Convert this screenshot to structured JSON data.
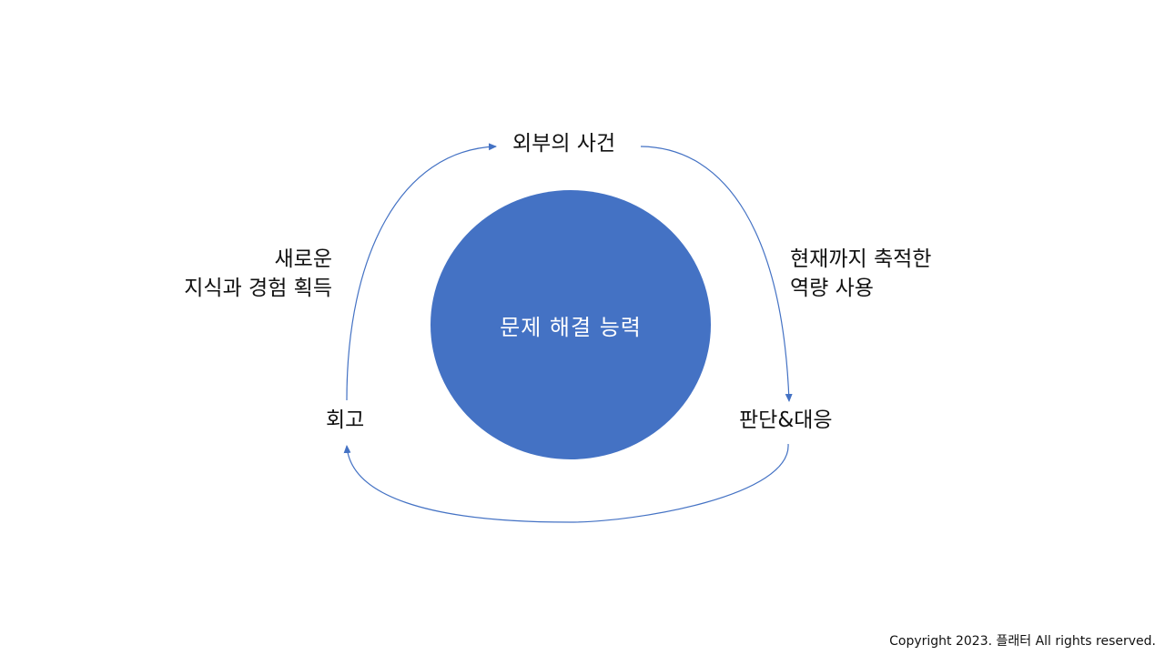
{
  "center": {
    "label": "문제 해결 능력",
    "color": "#4472C4"
  },
  "nodes": {
    "top": "외부의 사건",
    "right": "판단&대응",
    "left": "회고"
  },
  "edges": {
    "top_to_right": [
      "현재까지 축적한",
      "역량 사용"
    ],
    "left_to_top": [
      "새로운",
      "지식과 경험 획득"
    ]
  },
  "arrow_color": "#4472C4",
  "footer": {
    "copyright": "Copyright 2023. 플래터 All rights reserved."
  }
}
